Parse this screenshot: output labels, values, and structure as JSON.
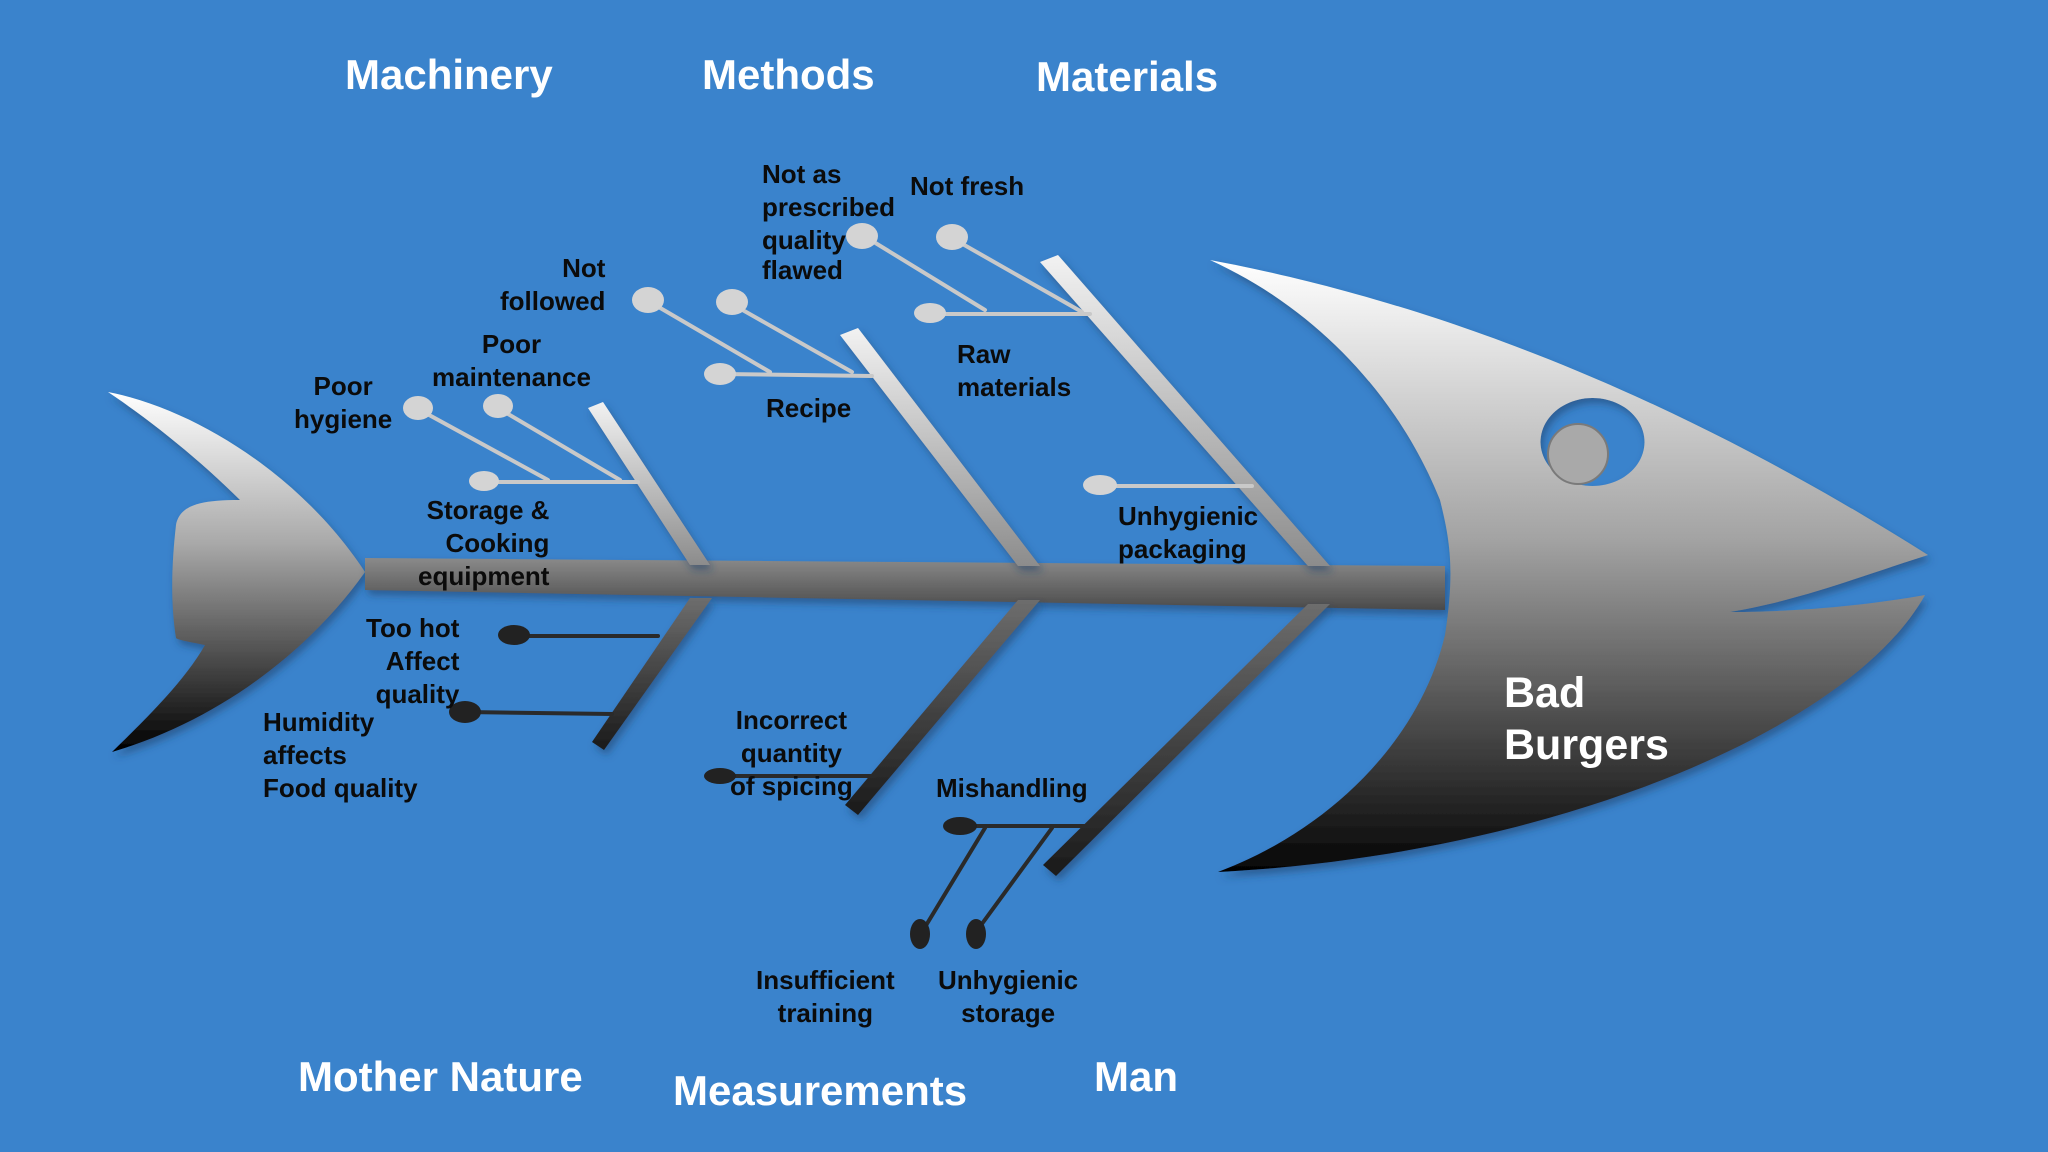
{
  "categories": {
    "machinery": "Machinery",
    "methods": "Methods",
    "materials": "Materials",
    "mother_nature": "Mother Nature",
    "measurements": "Measurements",
    "man": "Man"
  },
  "effect": "Bad\nBurgers",
  "causes": {
    "machinery": [
      "Poor\nhygiene",
      "Poor\nmaintenance",
      "Storage &\nCooking\nequipment"
    ],
    "methods": [
      "Not\nfollowed",
      "Recipe"
    ],
    "materials": [
      "Not as\nprescribed\nquality",
      "flawed",
      "Not fresh",
      "Raw\nmaterials",
      "Unhygienic\npackaging"
    ],
    "mother_nature": [
      "Too hot\nAffect\nquality",
      "Humidity\naffects\nFood quality"
    ],
    "measurements": [
      "Incorrect\nquantity\nof spicing"
    ],
    "man": [
      "Mishandling",
      "Insufficient\ntraining",
      "Unhygienic\nstorage"
    ]
  }
}
